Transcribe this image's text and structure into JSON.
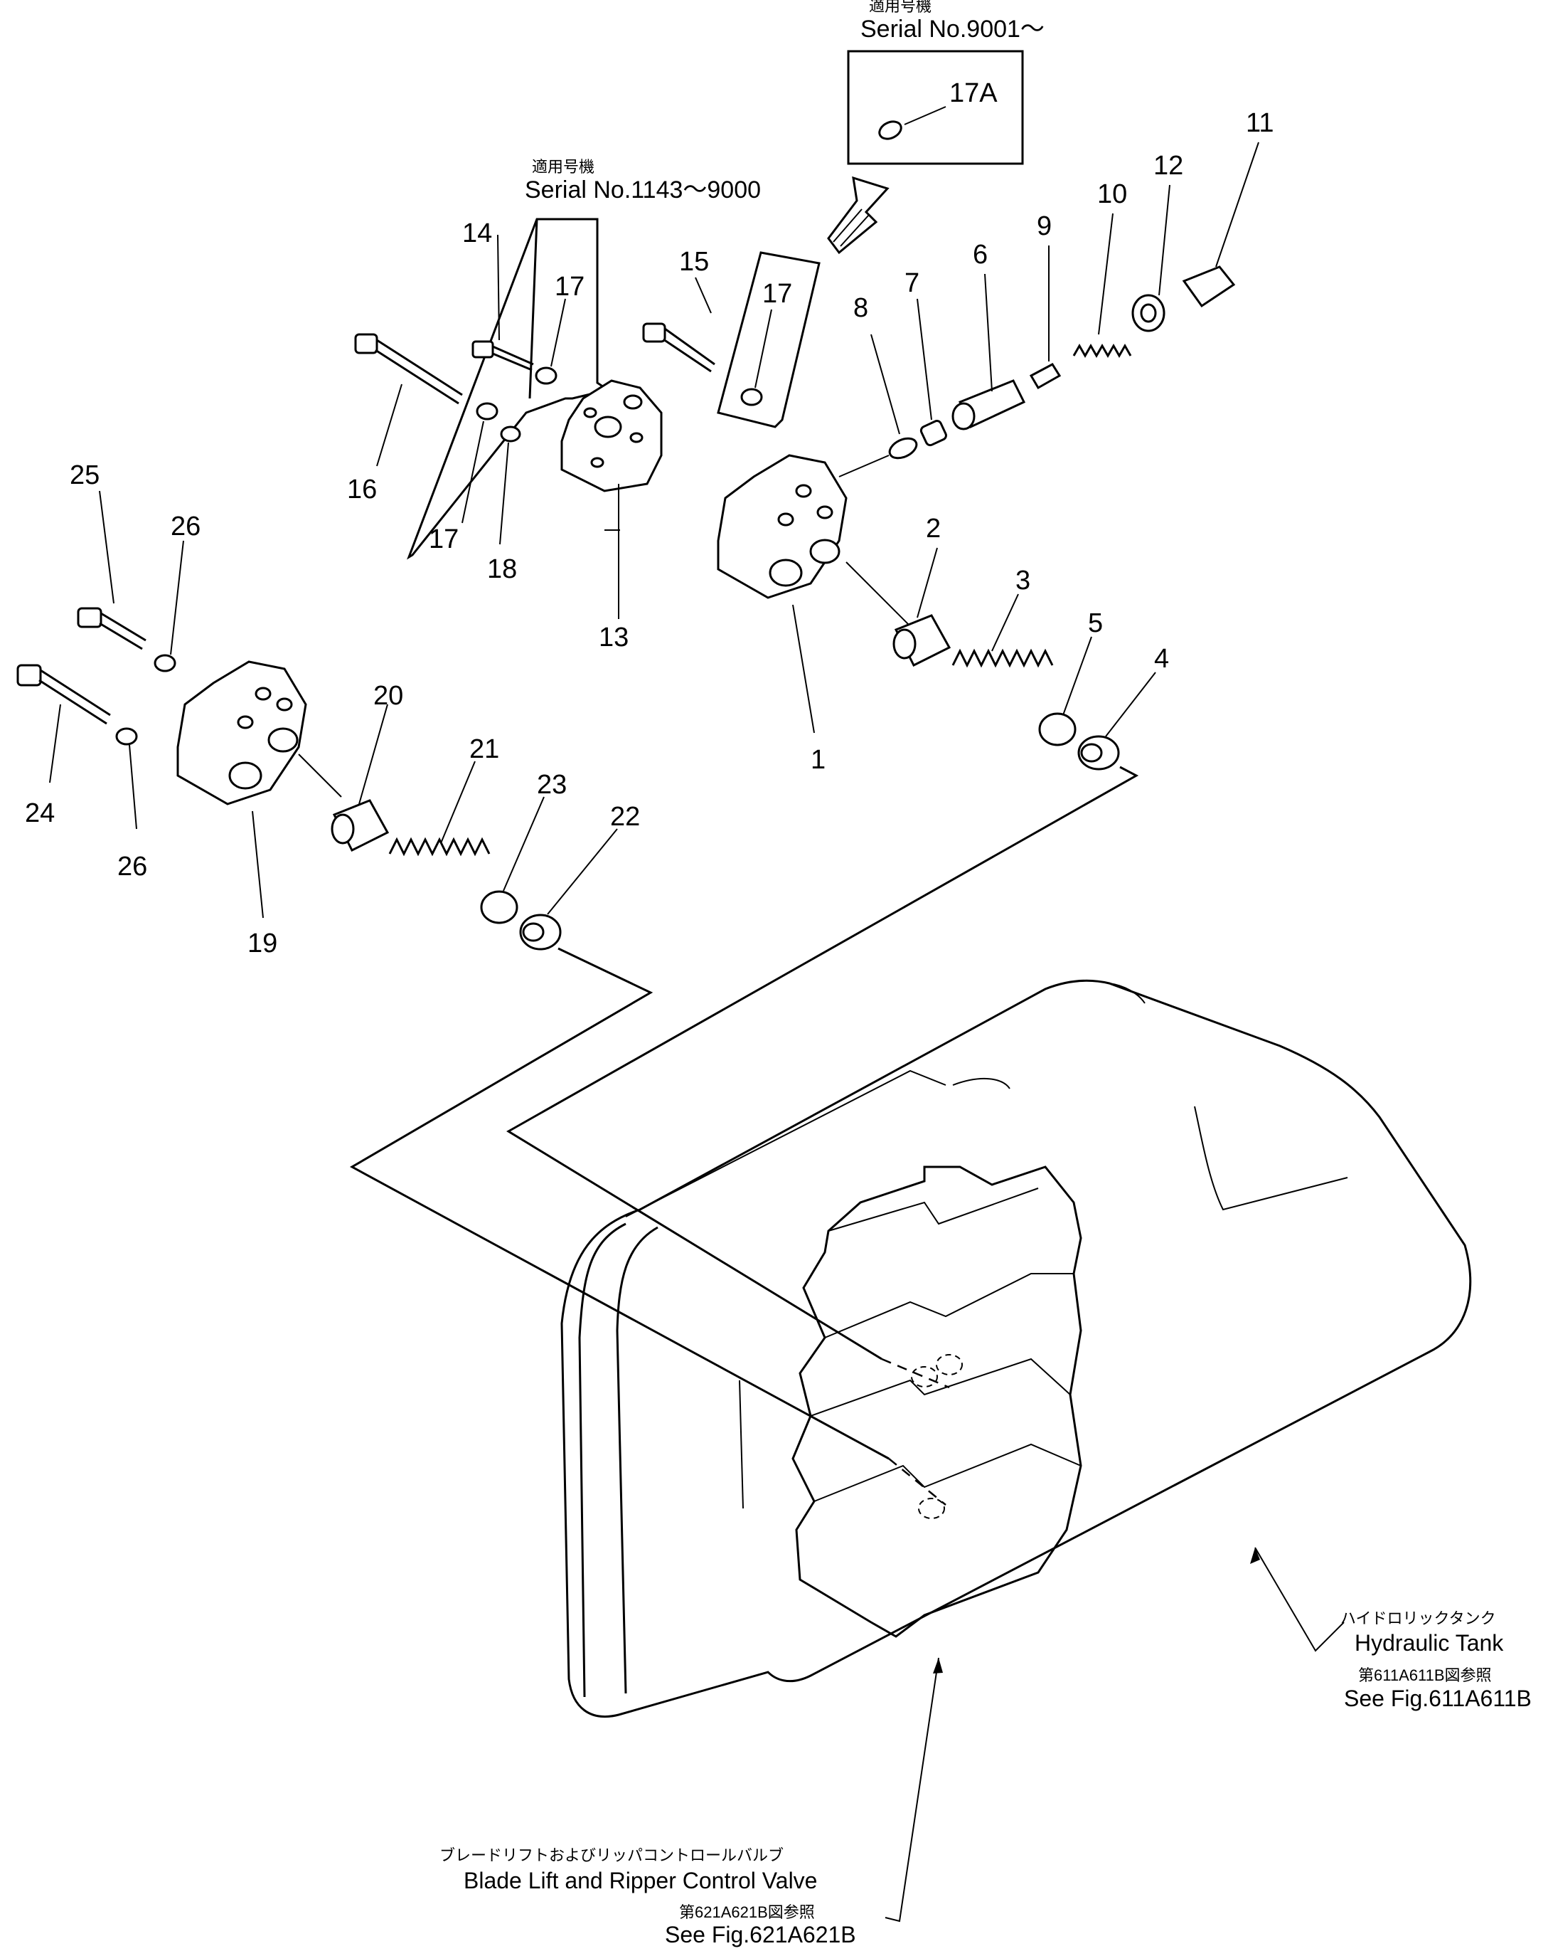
{
  "callouts": {
    "c1": "1",
    "c2": "2",
    "c3": "3",
    "c4": "4",
    "c5": "5",
    "c6": "6",
    "c7": "7",
    "c8": "8",
    "c9": "9",
    "c10": "10",
    "c11": "11",
    "c12": "12",
    "c13": "13",
    "c14": "14",
    "c15": "15",
    "c16": "16",
    "c17a": "17",
    "c17b": "17",
    "c17c": "17",
    "c17A": "17A",
    "c18": "18",
    "c19": "19",
    "c20": "20",
    "c21": "21",
    "c22": "22",
    "c23": "23",
    "c24": "24",
    "c25": "25",
    "c26a": "26",
    "c26b": "26"
  },
  "serials": {
    "upper_jp": "適用号機",
    "upper": "Serial No.9001～",
    "left_jp": "適用号機",
    "left": "Serial No.1143～9000"
  },
  "references": {
    "tank_jp": "ハイドロリックタンク",
    "tank": "Hydraulic Tank",
    "tank_fig_jp": "第611A611B図参照",
    "tank_fig": "See Fig.611A611B",
    "valve_jp": "ブレードリフトおよびリッパコントロールバルブ",
    "valve": "Blade Lift and Ripper Control Valve",
    "valve_fig_jp": "第621A621B図参照",
    "valve_fig": "See Fig.621A621B"
  }
}
